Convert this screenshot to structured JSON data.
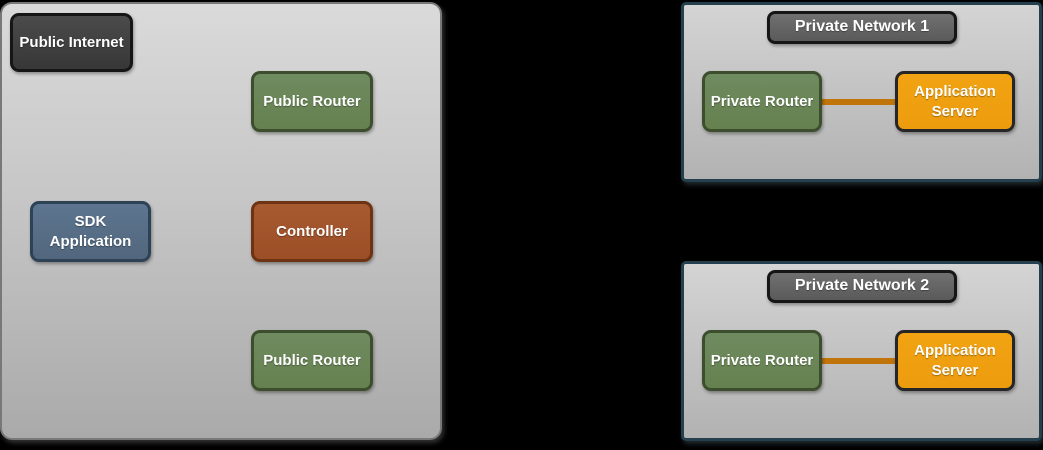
{
  "diagram": {
    "public_cloud": {
      "public_internet_label": "Public Internet",
      "public_router_top_label": "Public Router",
      "sdk_application_label": "SDK Application",
      "controller_label": "Controller",
      "public_router_bottom_label": "Public Router"
    },
    "private_networks": [
      {
        "title": "Private Network 1",
        "private_router_label": "Private Router",
        "application_server_label": "Application Server"
      },
      {
        "title": "Private Network 2",
        "private_router_label": "Private Router",
        "application_server_label": "Application Server"
      }
    ],
    "colors": {
      "background": "#000000",
      "container_border_gray": "#787878",
      "network_border_blue": "#24404e",
      "node_dark": "#3e3e3e",
      "title_gray": "#666666",
      "node_green": "#6f8b60",
      "node_slate": "#5d7590",
      "node_rust": "#a75a30",
      "node_orange": "#f2a312",
      "connector_orange": "#c0740a",
      "node_text": "#ffffff"
    }
  }
}
